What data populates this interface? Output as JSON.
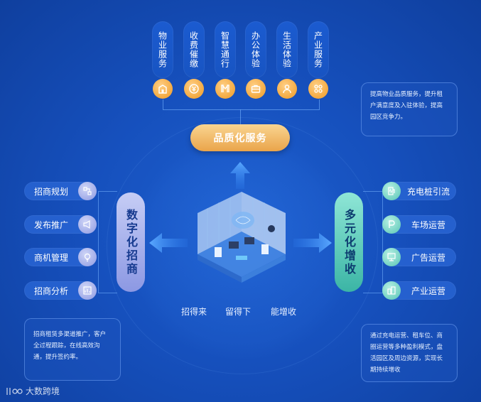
{
  "top_services": [
    {
      "label": "物业服务",
      "icon": "building-icon"
    },
    {
      "label": "收费催缴",
      "icon": "fee-icon"
    },
    {
      "label": "智慧通行",
      "icon": "gate-icon"
    },
    {
      "label": "办公体验",
      "icon": "briefcase-icon"
    },
    {
      "label": "生活体验",
      "icon": "person-icon"
    },
    {
      "label": "产业服务",
      "icon": "grid-icon"
    }
  ],
  "quality_label": "品质化服务",
  "quality_desc": "提高物业品质服务，提升租户满意度及入驻体验，提高园区竞争力。",
  "left_pillar": "数字化招商",
  "left_items": [
    {
      "label": "招商规划",
      "icon": "plan-icon"
    },
    {
      "label": "发布推广",
      "icon": "megaphone-icon"
    },
    {
      "label": "商机管理",
      "icon": "lightbulb-icon"
    },
    {
      "label": "招商分析",
      "icon": "chart-icon"
    }
  ],
  "left_desc": "招商租赁多渠道推广，客户全过程跟踪，在线高效沟通，提升签约率。",
  "right_pillar": "多元化增收",
  "right_items": [
    {
      "label": "充电桩引流",
      "icon": "charger-icon"
    },
    {
      "label": "车场运营",
      "icon": "parking-icon"
    },
    {
      "label": "广告运营",
      "icon": "billboard-icon"
    },
    {
      "label": "产业运营",
      "icon": "industry-icon"
    }
  ],
  "right_desc": "通过充电运营、租车位、商圈运营等多种盈利模式，盘活园区及周边资源，实现长期持续增收",
  "slogans": [
    "招得来",
    "留得下",
    "能增收"
  ],
  "watermark": "大数跨境",
  "colors": {
    "background": "#1650bd",
    "gold": "#eaa44a",
    "lavender": "#8c98e3",
    "teal": "#3bb5a5"
  }
}
